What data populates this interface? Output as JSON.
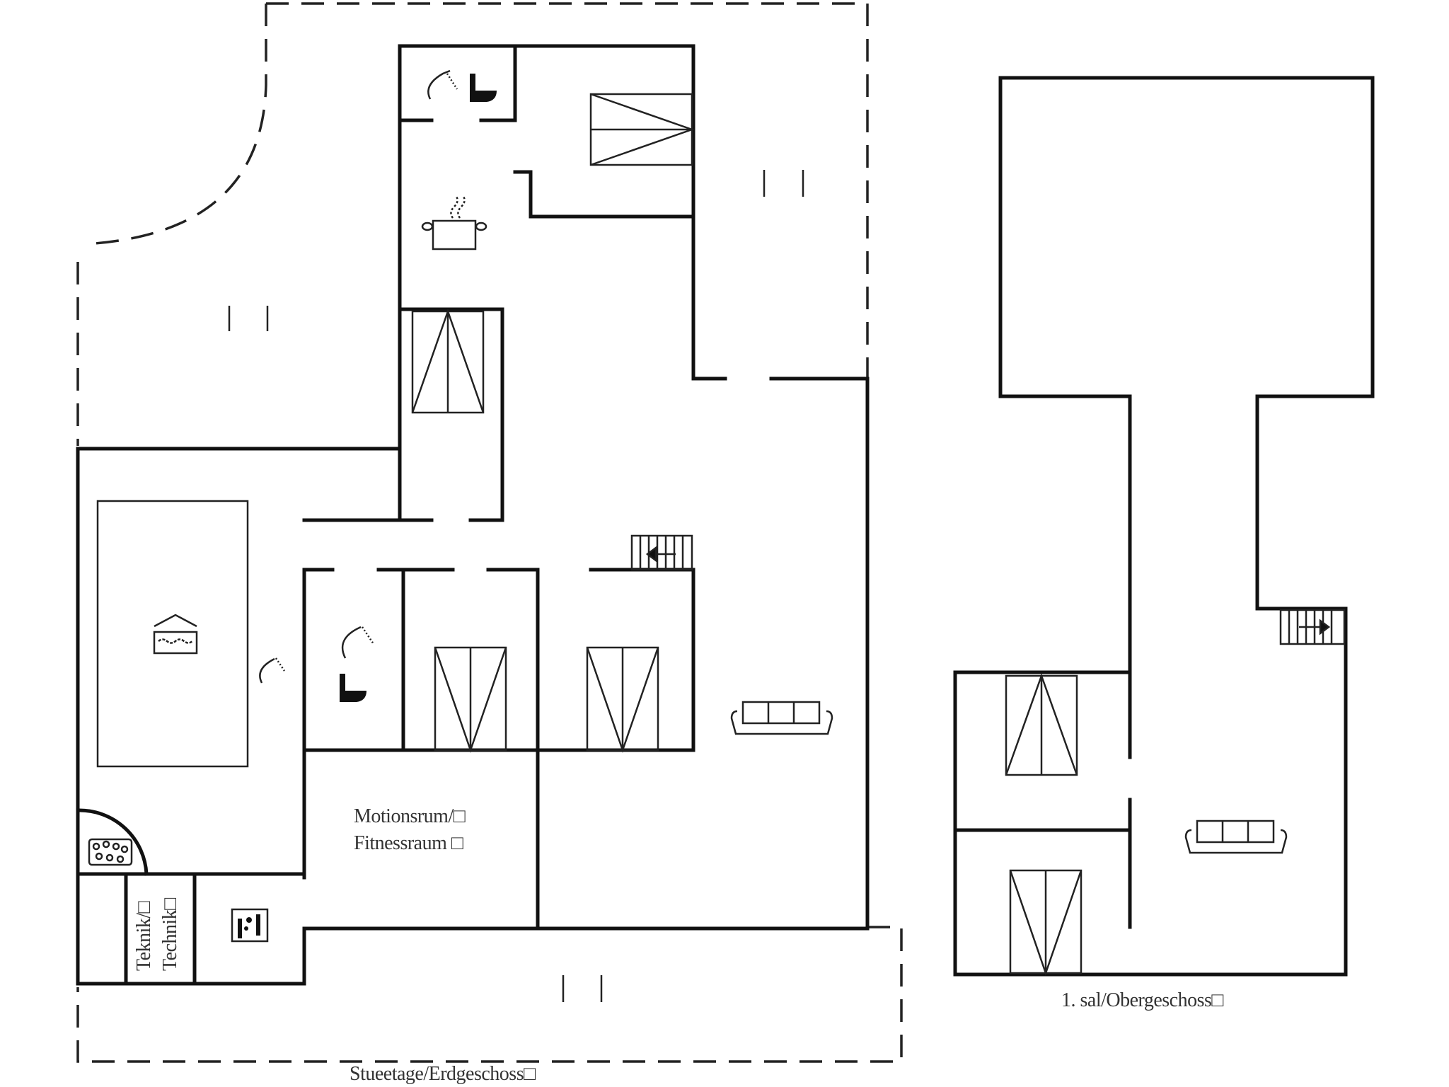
{
  "plans": [
    {
      "id": "ground",
      "title": "Stueetage/Erdgeschoss□",
      "rooms": [
        {
          "label_line1": "Motionsrum/□",
          "label_line2": "Fitnessraum □"
        },
        {
          "label_line1": "Teknik/□",
          "label_line2": "Technik□"
        }
      ],
      "icons": [
        "shower-icon",
        "toilet-icon",
        "stairs-icon",
        "cooking-pot-icon",
        "bed-icon",
        "pool-icon",
        "whirlpool-icon",
        "sauna-icon",
        "sofa-icon",
        "stairs-down-arrow-icon",
        "terrace-icon"
      ]
    },
    {
      "id": "upper",
      "title": "1. sal/Obergeschoss□",
      "icons": [
        "bed-icon",
        "sofa-icon",
        "stairs-up-arrow-icon"
      ]
    }
  ],
  "colors": {
    "line": "#111111",
    "background": "#ffffff",
    "text": "#333333"
  }
}
